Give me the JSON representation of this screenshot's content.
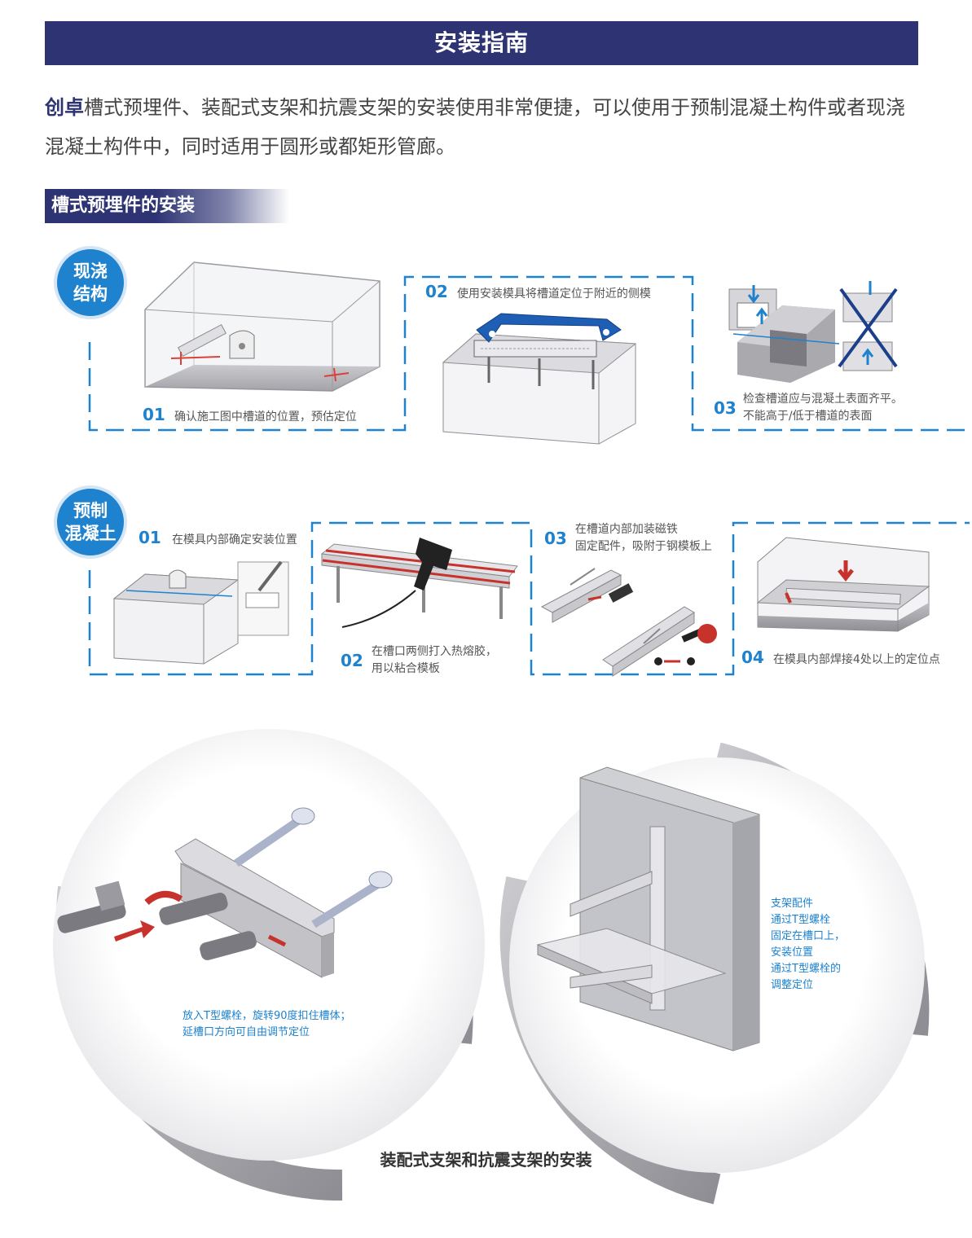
{
  "header": {
    "title": "安装指南"
  },
  "intro": {
    "brand": "创卓",
    "line1": "槽式预埋件、装配式支架和抗震支架的安装使用非常便捷，可以使用于预制混凝土构件或者现浇",
    "line2": "混凝土构件中，同时适用于圆形或都矩形管廊。"
  },
  "section1": {
    "title": "槽式预埋件的安装"
  },
  "cast_in_place": {
    "badge_line1": "现浇",
    "badge_line2": "结构",
    "steps": [
      {
        "num": "01",
        "text": "确认施工图中槽道的位置，预估定位"
      },
      {
        "num": "02",
        "text": "使用安装模具将槽道定位于附近的侧模"
      },
      {
        "num": "03",
        "text_line1": "检查槽道应与混凝土表面齐平。",
        "text_line2": "不能高于/低于槽道的表面"
      }
    ]
  },
  "precast": {
    "badge_line1": "预制",
    "badge_line2": "混凝土",
    "steps": [
      {
        "num": "01",
        "text": "在模具内部确定安装位置"
      },
      {
        "num": "02",
        "text_line1": "在槽口两侧打入热熔胶，",
        "text_line2": "用以粘合模板"
      },
      {
        "num": "03",
        "text_line1": "在槽道内部加装磁铁",
        "text_line2": "固定配件，吸附于钢模板上"
      },
      {
        "num": "04",
        "text": "在模具内部焊接4处以上的定位点"
      }
    ]
  },
  "assembly": {
    "left_caption_line1": "放入T型螺栓，旋转90度扣住槽体；",
    "left_caption_line2": "延槽口方向可自由调节定位",
    "right_caption": [
      "支架配件",
      "通过T型螺栓",
      "固定在槽口上，",
      "安装位置",
      "通过T型螺栓的",
      "调整定位"
    ],
    "bottom_title": "装配式支架和抗震支架的安装"
  },
  "colors": {
    "navy": "#2d3373",
    "blue": "#1e82cf",
    "red": "#c8322d",
    "gray": "#b4b4b8"
  }
}
